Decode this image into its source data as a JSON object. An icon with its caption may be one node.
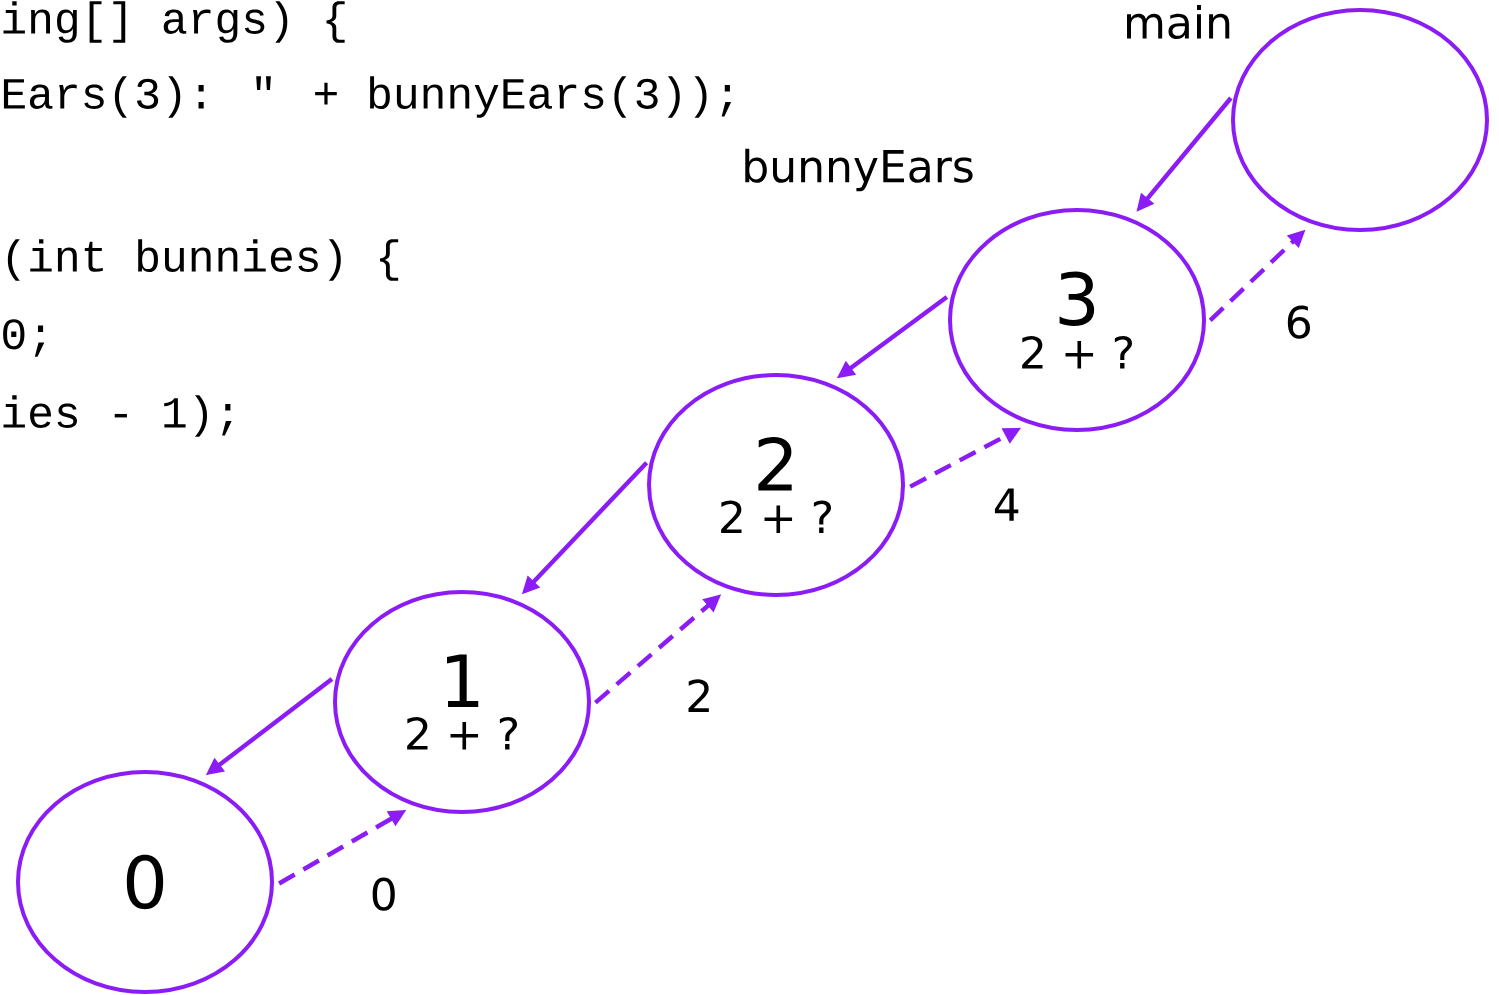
{
  "diagram": {
    "nodes": [
      {
        "text": [],
        "shape": "circle",
        "beside": [
          "main"
        ]
      },
      {
        "text": [
          "3",
          "2 + ?"
        ],
        "beside": [
          "bunnyEars"
        ]
      },
      {
        "text": [
          "2",
          "2 + ?"
        ]
      },
      {
        "text": [
          "1",
          "2 + ?"
        ]
      },
      {
        "text": [
          "0"
        ]
      }
    ],
    "edges": [
      {
        "from": 0,
        "to": 1,
        "arrow": "to"
      },
      {
        "from": 1,
        "to": 2,
        "arrow": "to"
      },
      {
        "from": 2,
        "to": 3,
        "arrow": "to"
      },
      {
        "from": 3,
        "to": 4,
        "arrow": "to"
      },
      {
        "from": 4,
        "to": 3,
        "arrow": "to",
        "style": "dashed",
        "label": "0"
      },
      {
        "from": 3,
        "to": 2,
        "arrow": "to",
        "style": "dashed",
        "label": "2"
      },
      {
        "from": 2,
        "to": 1,
        "arrow": "to",
        "style": "dashed",
        "label": "4"
      },
      {
        "from": 1,
        "to": 0,
        "arrow": "to",
        "style": "dashed",
        "label": "6"
      }
    ],
    "labels": [
      "ing[] args) {",
      "Ears(3): \" + bunnyEars(3));",
      "(int bunnies) {",
      "0;",
      "ies - 1);"
    ]
  }
}
